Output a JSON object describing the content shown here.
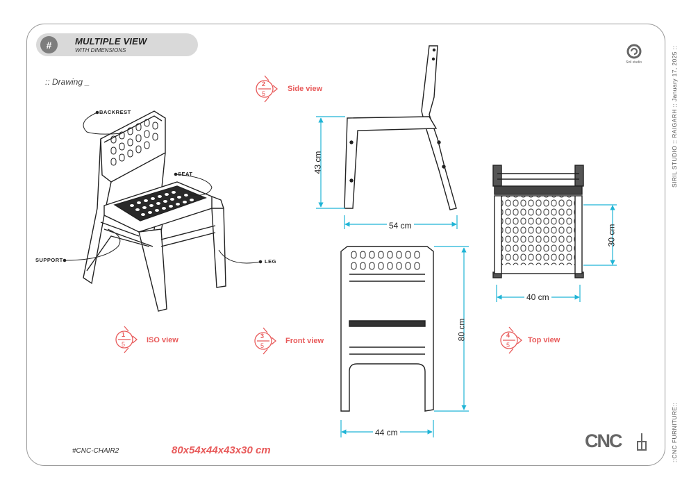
{
  "header": {
    "hash": "#",
    "title": "MULTIPLE VIEW",
    "subtitle": "WITH DIMENSIONS"
  },
  "drawing_label": ":: Drawing _",
  "views": [
    {
      "num": "1",
      "den": "5",
      "label": "ISO view"
    },
    {
      "num": "2",
      "den": "5",
      "label": "Side view"
    },
    {
      "num": "3",
      "den": "5",
      "label": "Front view"
    },
    {
      "num": "4",
      "den": "5",
      "label": "Top view"
    }
  ],
  "parts": {
    "backrest": "BACKREST",
    "seat": "SEAT",
    "support": "SUPPORT",
    "leg": "LEG"
  },
  "dimensions": {
    "side_height": "43 cm",
    "side_depth": "54 cm",
    "front_height": "80 cm",
    "front_width": "44 cm",
    "top_depth": "30 cm",
    "top_width": "40 cm"
  },
  "footer": {
    "sku": "#CNC-CHAIR2",
    "overall": "80x54x44x43x30 cm",
    "logo": "CNC"
  },
  "side_texts": {
    "top": "SIRIL STUDIO  ::  RAIGARH  ::  January 17, 2025  ::",
    "bottom": "::CNC FURNITURE::"
  },
  "logo_caption": "Siril studio",
  "colors": {
    "accent": "#e85a5a",
    "dimension_line": "#1fb4d6",
    "frame": "#9a9a9a",
    "pill": "#d9d9d9"
  }
}
